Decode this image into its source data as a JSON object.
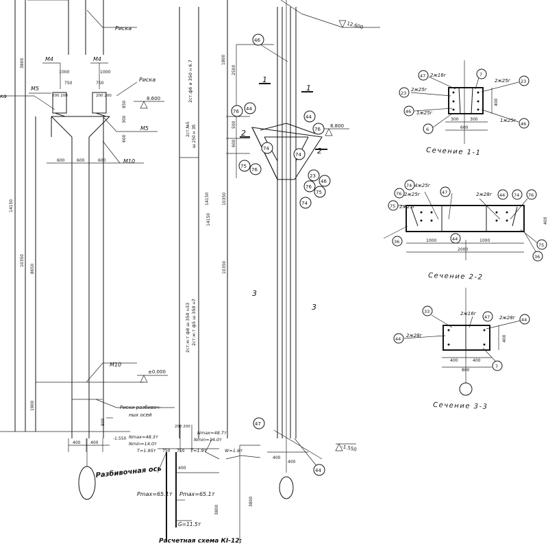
{
  "left_view": {
    "labels": {
      "riska_top": "Риска",
      "m4_a": "М4",
      "m4_b": "М4",
      "dim_1000_a": "1000",
      "dim_1000_b": "1000",
      "dim_750_a": "750",
      "dim_750_b": "750",
      "riska_mid": "Риска",
      "m5_a": "М5",
      "m5_b": "М5",
      "riska_left": "ка",
      "dim_200_a": "200 200",
      "dim_200_b": "200 200",
      "dim_600_a": "600",
      "dim_850": "850",
      "dim_300": "300",
      "elev_8600": "8.600",
      "dim_600_b": "600",
      "dim_600_c": "600",
      "dim_600_d": "600",
      "m10_a": "М10",
      "dim_3800": "3800",
      "dim_14150": "14150",
      "dim_10350": "10350",
      "dim_8650": "8650",
      "dim_1900": "1900",
      "m10_b": "М10",
      "elev_0": "±0.000",
      "riski_1": "Риски разбивоч-",
      "riski_2": "ных осей",
      "dim_800": "800",
      "elev_155": "-1.550",
      "dim_400_a": "400",
      "dim_400_b": "400"
    }
  },
  "loads": {
    "nmax_left": "Nmax=48.3т",
    "nmin_left": "Nmin=14.0т",
    "t_left": "T=1.95т",
    "nmax_right": "Nmax=48.7т",
    "nmin_right": "Nmin=14.0т",
    "t_right": "T=1.9т",
    "dim_200_top": "200 200",
    "dim_750": "750",
    "dim_750b": "750",
    "pmax_left": "Pmax=65.1т",
    "pmax_right": "Pmax=65.1т",
    "g": "G=11.5т",
    "w": "W=1.6т",
    "dim_3800a": "3800",
    "dim_3800b": "3800",
    "dim_400": "400",
    "scheme_title": "Расчетная схема КІ-12;",
    "axis_label": "Разбивочная ось"
  },
  "mid_annotations": {
    "rod_top": "2ст.ф6 и 350 н 6.7",
    "rod_mid_1": "2ст.№5",
    "rod_mid_2": "ш 250 н 3б",
    "rod_bottom_1": "2ст.м.т ф8 ш 350 н33",
    "rod_bottom_2": "2ст.м.т ф5 ш 350 н7",
    "dim_14150": "14150",
    "dim_10350": "10350"
  },
  "column_view": {
    "elev_12600": "12.600",
    "bubble_46": "46",
    "dim_1800": "1800",
    "dim_2500": "2500",
    "sec1_left": "1",
    "sec1_right": "1",
    "elev_8800": "8.800",
    "dim_500": "500",
    "dim_600": "600",
    "sec2_left": "2",
    "sec2_right": "2",
    "bubbles": [
      "44",
      "76",
      "44",
      "76",
      "74",
      "74",
      "75",
      "76",
      "23",
      "46",
      "76",
      "75",
      "74"
    ],
    "sec3_left": "3",
    "sec3_right": "3",
    "dim_14150": "14150",
    "dim_10350": "10350",
    "bubble_47": "47",
    "elev_155": "-1.550",
    "dim_400_a": "400",
    "dim_400_b": "400",
    "bubble_44": "44"
  },
  "section_1": {
    "title": "Сечение 1-1",
    "bubbles": [
      "47",
      "7",
      "23",
      "46",
      "6",
      "23",
      "46"
    ],
    "notes": [
      "2ж16г",
      "2ж25г",
      "2ж25г",
      "1ж25г",
      "1ж25г"
    ],
    "dims": [
      "300",
      "300",
      "600",
      "400"
    ]
  },
  "section_2": {
    "title": "Сечение 2-2",
    "bubbles": [
      "74",
      "76",
      "75",
      "47",
      "44",
      "74",
      "76",
      "36",
      "44",
      "75",
      "36"
    ],
    "notes": [
      "4ж25г",
      "2ж25г",
      "2ж25г",
      "2ж28г"
    ],
    "dims": [
      "1000",
      "1000",
      "2000",
      "400"
    ]
  },
  "section_3": {
    "title": "Сечение 3-3",
    "bubbles": [
      "33",
      "47",
      "44",
      "44",
      "7"
    ],
    "notes": [
      "2ж16г",
      "2ж28г",
      "2ж28г"
    ],
    "dims": [
      "400",
      "400",
      "800",
      "400"
    ]
  }
}
